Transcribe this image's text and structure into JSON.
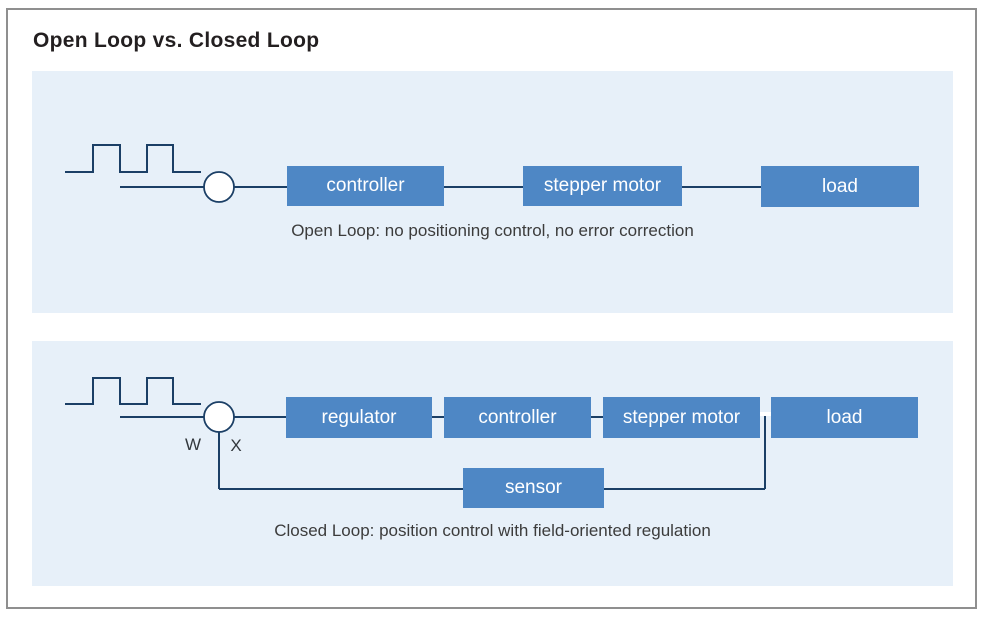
{
  "title": "Open Loop vs. Closed Loop",
  "colors": {
    "panel_background": "#e7f0f9",
    "block_fill": "#4e87c5",
    "block_text": "#ffffff",
    "line": "#1b3f66",
    "caption_text": "#3c3c3c",
    "title_text": "#231f20",
    "frame_border": "#8f8f8f"
  },
  "open_loop": {
    "blocks": [
      "controller",
      "stepper motor",
      "load"
    ],
    "caption": "Open Loop: no positioning control, no error correction"
  },
  "closed_loop": {
    "blocks": [
      "regulator",
      "controller",
      "stepper motor",
      "load"
    ],
    "sensor_block": "sensor",
    "setpoint_label": "W",
    "actual_value_label": "X",
    "caption": "Closed Loop: position control with field-oriented regulation"
  }
}
